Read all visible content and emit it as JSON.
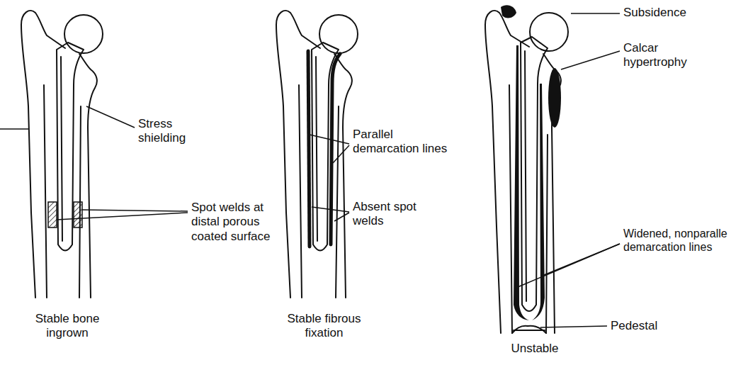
{
  "diagram": {
    "labels": [
      "Stress shielding",
      "Spot welds at distal porous coated surface",
      "Stable bone ingrown",
      "Parallel demarcation lines",
      "Absent spot welds",
      "Stable fibrous fixation",
      "Subsidence",
      "Calcar hypertrophy",
      "Widened, nonparalle demarcation lines",
      "Pedestal",
      "Unstable"
    ]
  }
}
